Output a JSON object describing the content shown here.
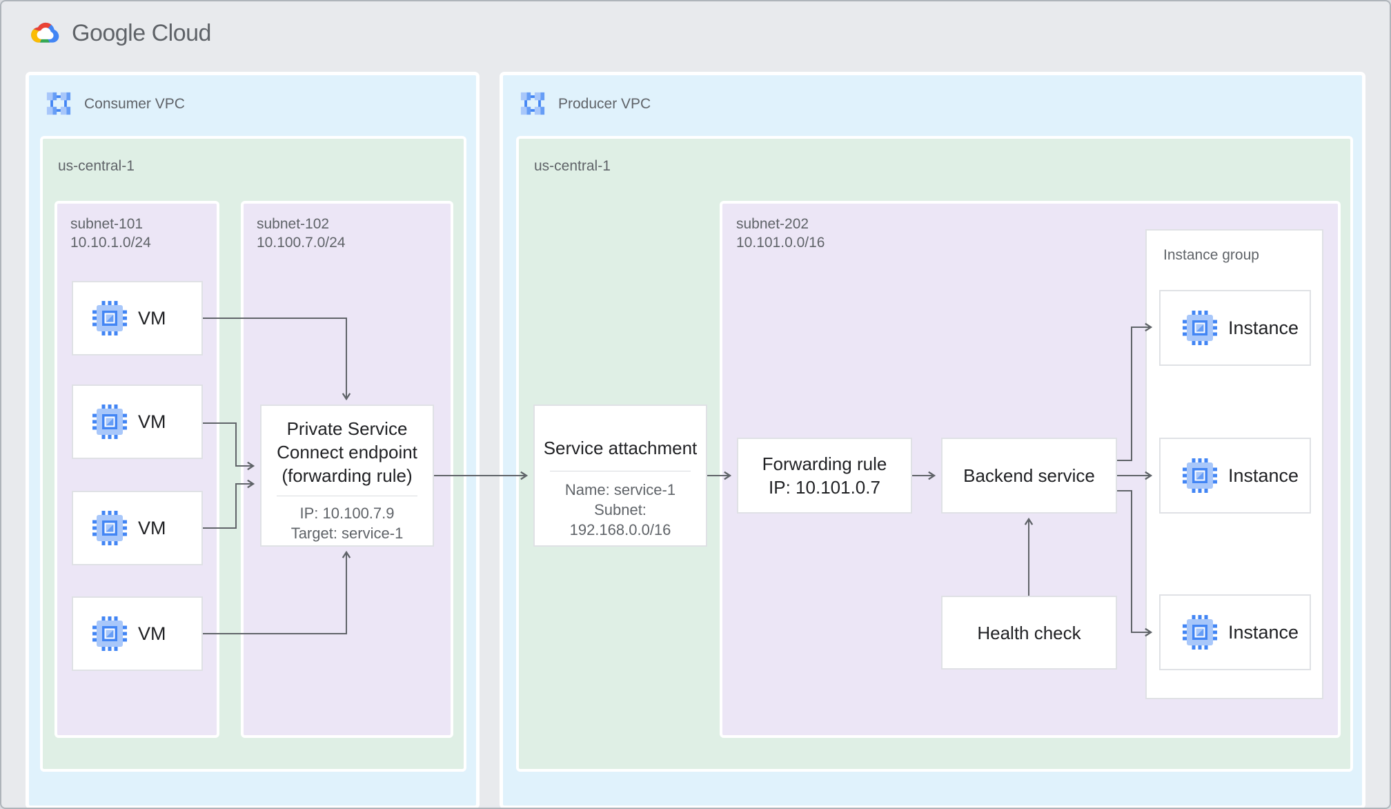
{
  "logo": {
    "text": "Google Cloud"
  },
  "consumer_vpc": {
    "label": "Consumer VPC",
    "region": {
      "label": "us-central-1",
      "subnet101": {
        "name": "subnet-101",
        "cidr": "10.10.1.0/24",
        "vms": [
          "VM",
          "VM",
          "VM",
          "VM"
        ]
      },
      "subnet102": {
        "name": "subnet-102",
        "cidr": "10.100.7.0/24",
        "psc_endpoint": {
          "title_lines": [
            "Private Service",
            "Connect endpoint",
            "(forwarding rule)"
          ],
          "detail_lines": [
            "IP: 10.100.7.9",
            "Target: service-1"
          ]
        }
      }
    }
  },
  "producer_vpc": {
    "label": "Producer VPC",
    "region": {
      "label": "us-central-1",
      "service_attachment": {
        "title": "Service attachment",
        "detail_lines": [
          "Name: service-1",
          "Subnet:",
          "192.168.0.0/16"
        ]
      },
      "subnet202": {
        "name": "subnet-202",
        "cidr": "10.101.0.0/16",
        "forwarding_rule": {
          "lines": [
            "Forwarding rule",
            "IP: 10.101.0.7"
          ]
        },
        "backend_service": {
          "title": "Backend service"
        },
        "health_check": {
          "title": "Health check"
        },
        "instance_group": {
          "label": "Instance group",
          "instances": [
            "Instance",
            "Instance",
            "Instance"
          ]
        }
      }
    }
  },
  "colors": {
    "page_bg": "#E8EAED",
    "vpc_bg": "#E0F2FC",
    "region_bg": "#DFEFE5",
    "subnet_bg": "#ECE6F6",
    "node_border": "#DFE1E5",
    "arrow": "#5F6368",
    "title_text": "#202124",
    "muted_text": "#5F6368",
    "brand_blue": "#4285F4",
    "brand_blue_light": "#A8C7FA",
    "brand_blue_mid": "#669DF6",
    "logo_red": "#EA4335",
    "logo_yellow": "#FBBC04",
    "logo_green": "#34A853"
  }
}
